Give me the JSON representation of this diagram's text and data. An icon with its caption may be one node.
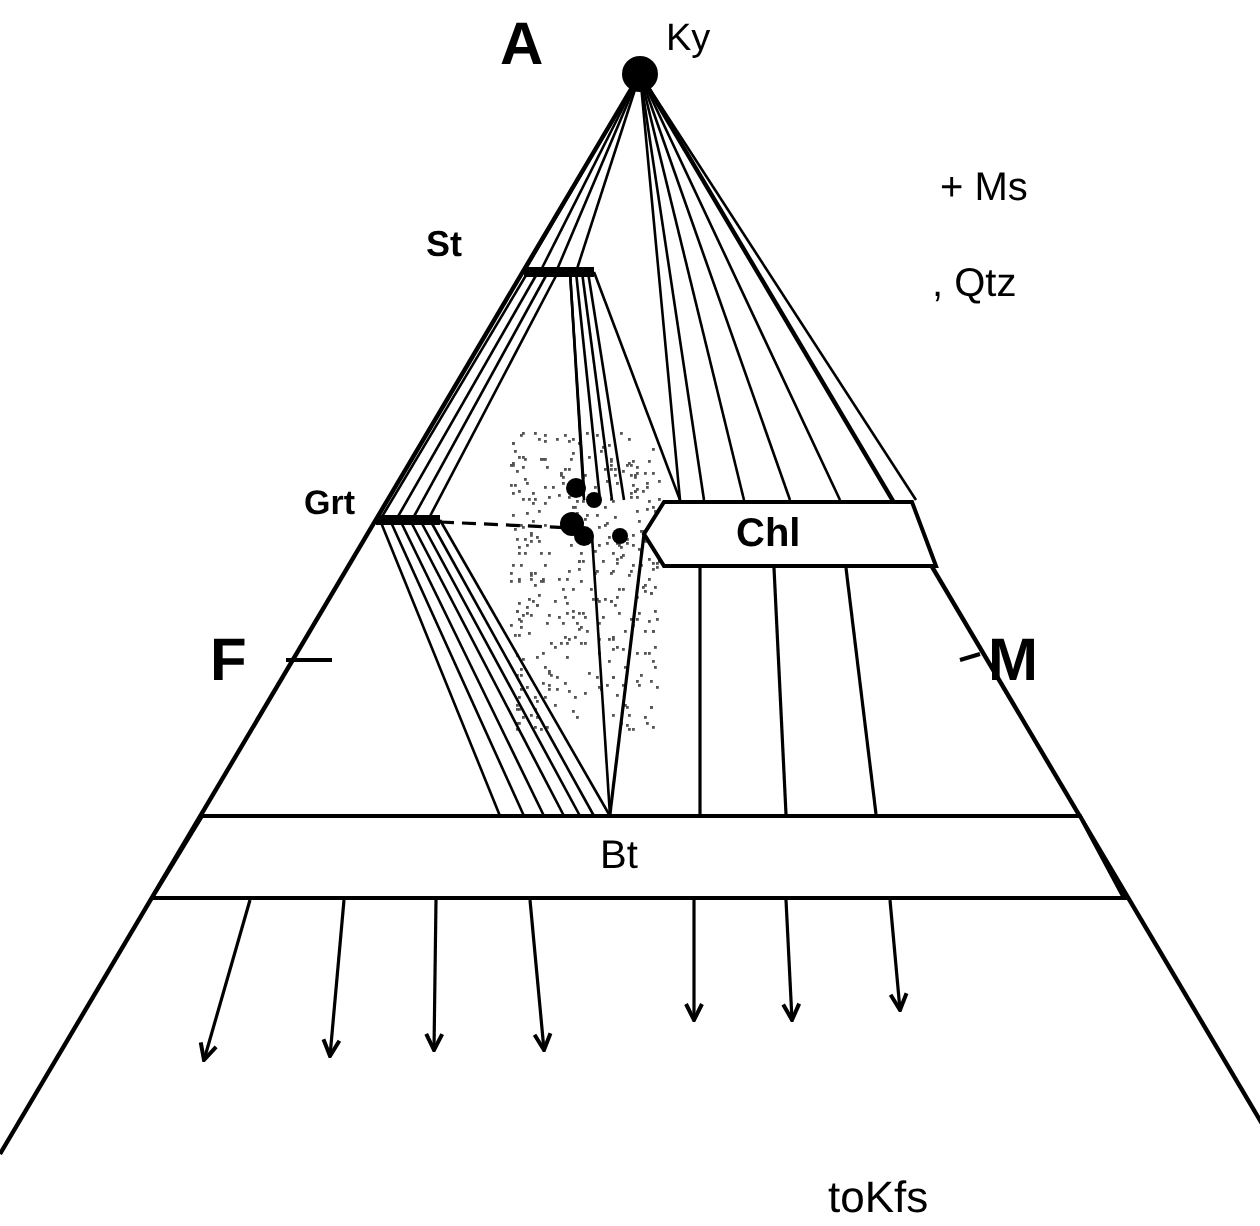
{
  "diagram": {
    "nodes": [
      {
        "text": [
          "Chl"
        ]
      },
      {
        "text": [
          "Bt"
        ]
      }
    ],
    "edges": [
      {
        "from": 0,
        "to": 1,
        "arrow": "none"
      },
      {
        "from": 0,
        "to": 1,
        "arrow": "none"
      },
      {
        "from": 0,
        "to": 1,
        "arrow": "none"
      },
      {
        "from": 0,
        "to": 1,
        "arrow": "none"
      },
      {
        "from": 1,
        "to": null,
        "arrow": "to"
      },
      {
        "from": 1,
        "to": null,
        "arrow": "to"
      },
      {
        "from": 1,
        "to": null,
        "arrow": "to"
      },
      {
        "from": 1,
        "to": null,
        "arrow": "to"
      },
      {
        "from": 1,
        "to": null,
        "arrow": "to"
      },
      {
        "from": 1,
        "to": null,
        "arrow": "to"
      },
      {
        "from": 1,
        "to": null,
        "arrow": "to"
      }
    ],
    "labels": [
      "A",
      "Ky",
      "+ Ms",
      "St",
      ", Qtz",
      "Grt",
      "F",
      "M",
      "toKfs"
    ]
  }
}
